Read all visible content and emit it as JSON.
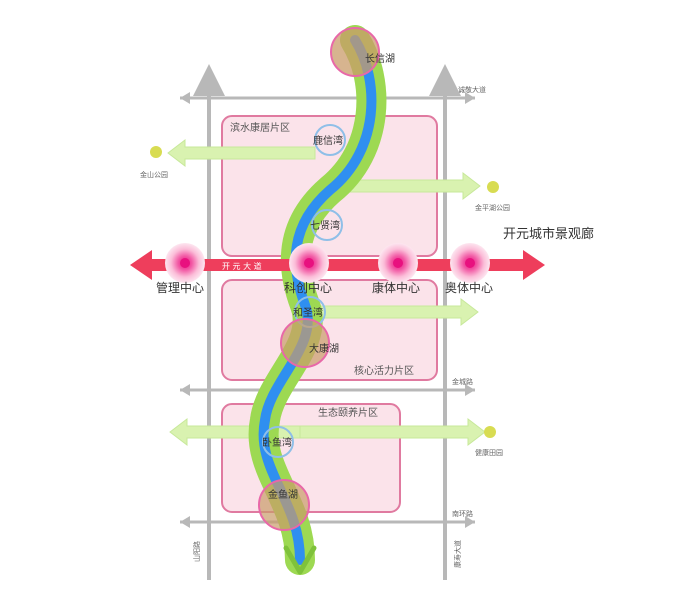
{
  "labels": {
    "title_corridor": "开元城市景观廊",
    "centers": [
      "管理中心",
      "科创中心",
      "康体中心",
      "奥体中心"
    ],
    "road_main": "开 元 大 道",
    "zones": [
      "滨水康居片区",
      "核心活力片区",
      "生态颐养片区"
    ],
    "lakes": [
      "长信湖",
      "鹿信湾",
      "七贤湾",
      "和圣湾",
      "大康湖",
      "卧鱼湾",
      "金鱼湖"
    ],
    "roads": {
      "chengjiao": "诚敬大道",
      "jincheng": "金城路",
      "nanhuan": "南环路",
      "shanyang": "山阳路",
      "kangshou": "康寿大道"
    },
    "parks": {
      "jinshan": "金山公园",
      "jinping": "金平湖公园",
      "jiankang": "健康田园"
    }
  },
  "colors": {
    "zone_fill": "#fbe3ea",
    "zone_border": "#e07aa0",
    "river_blue": "#2f8ff0",
    "greenway": "#a7e05a",
    "center_red": "#ee3e5c",
    "green_arrow": "#d9f2b0",
    "road_gray": "#b8b8b8"
  }
}
